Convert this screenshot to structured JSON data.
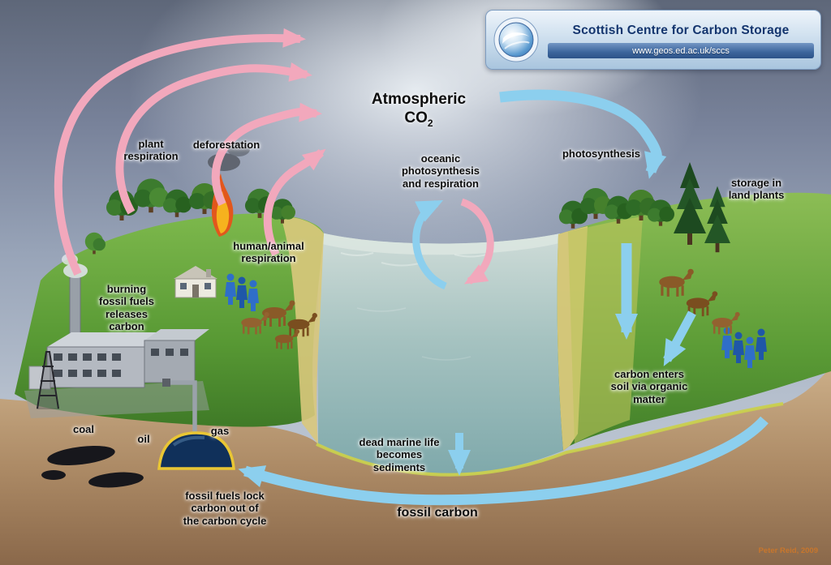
{
  "header": {
    "title": "Scottish Centre for Carbon Storage",
    "url": "www.geos.ed.ac.uk/sccs",
    "logo_icon": "globe-swirl-logo"
  },
  "atmosphere": {
    "line1": "Atmospheric",
    "molecule": "CO",
    "subscript": "2"
  },
  "labels": {
    "plant_respiration": "plant\nrespiration",
    "deforestation": "deforestation",
    "human_animal_respiration": "human/animal\nrespiration",
    "burning_fossil_fuels": "burning\nfossil fuels\nreleases\ncarbon",
    "oceanic_photosynthesis": "oceanic\nphotosynthesis\nand respiration",
    "photosynthesis": "photosynthesis",
    "storage_land_plants": "storage in\nland plants",
    "carbon_enters_soil": "carbon enters\nsoil via organic\nmatter",
    "coal": "coal",
    "oil": "oil",
    "gas": "gas",
    "dead_marine_life": "dead marine life\nbecomes\nsediments",
    "fossil_fuels_lock": "fossil fuels lock\ncarbon out of\nthe carbon cycle",
    "fossil_carbon": "fossil carbon"
  },
  "credit": "Peter Reid, 2009",
  "colors": {
    "emission_arrow_pink": "#f2a8bc",
    "uptake_arrow_blue": "#8ccfee",
    "land_green": "#5f9e35",
    "ocean_teal": "#9fc3c3",
    "underground_tan": "#b2906c",
    "coal_black": "#17171c",
    "oil_gas_outline_yellow": "#e9c634",
    "header_title_navy": "#14356e",
    "credit_orange": "#c8762c"
  }
}
